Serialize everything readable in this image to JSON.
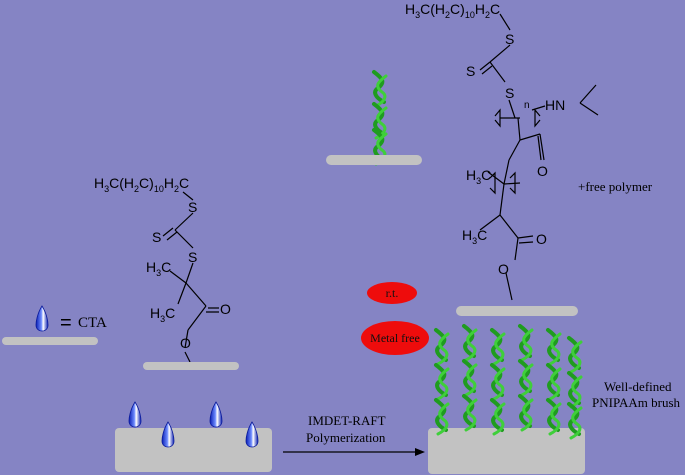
{
  "legend": {
    "equals_sign": "=",
    "cta_label": "CTA"
  },
  "cta_molecule": {
    "alkyl_chain": "H3C(H2C)10H2C",
    "thio_s_top": "S",
    "thione_s": "S",
    "thio_s_bottom": "S",
    "methyl_left": "H3C",
    "methyl_lower": "H3C",
    "carbonyl_o": "O",
    "ester_o": "O"
  },
  "polymer_molecule": {
    "alkyl_chain": "H3C(H2C)10H2C",
    "thio_s_top": "S",
    "thione_s": "S",
    "thio_s_bottom": "S",
    "repeat_subscript": "n",
    "amide_nh": "HN",
    "amide_o": "O",
    "methyl_left": "H3C",
    "methyl_lower": "H3C",
    "carbonyl_o": "O",
    "ester_o": "O"
  },
  "free_polymer": "+free polymer",
  "conditions": {
    "temperature": "r.t.",
    "catalyst": "Metal free"
  },
  "arrow_label": {
    "line1": "IMDET-RAFT",
    "line2": "Polymerization"
  },
  "product_label": {
    "line1": "Well-defined",
    "line2": "PNIPAAm brush"
  },
  "colors": {
    "background": "#8584c4",
    "substrate": "#c2c2c2",
    "cta_drop": "#1a3fe0",
    "brush_green": "#22a41e",
    "oval_red": "#ee0c0c"
  },
  "icons": [
    "cta-drop-icon",
    "polymer-chain-icon",
    "brush-chain-icon"
  ]
}
